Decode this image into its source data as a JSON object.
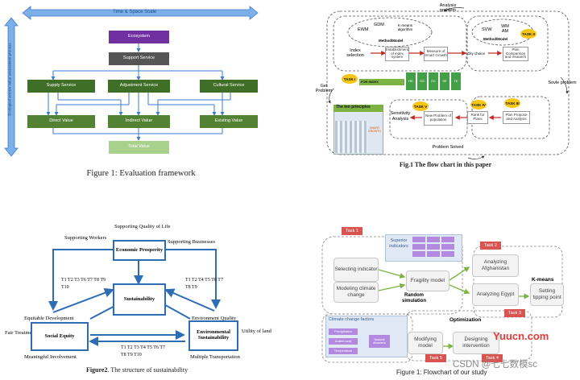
{
  "q1": {
    "time_space": "Time & Space Scale",
    "side_label": "Ecological service value assessment process",
    "ecosystem": "Ecosystem",
    "support": "Support Service",
    "supply": "Supply Service",
    "adjustment": "Adjustment Service",
    "cultural": "Cultural Service",
    "direct": "Direct Value",
    "indirect": "Indirect Value",
    "existing": "Existing Value",
    "total": "Total Value",
    "caption": "Figure 1: Evaluation framework"
  },
  "q2": {
    "analysis_problem": "Analysis problem",
    "get_problem": "Get Problem",
    "solve_problem": "Sovle problem",
    "problem_solved": "Problem Solved",
    "ewm": "EWM",
    "gdm": "GDM",
    "kmeans_alg": "K-means algorithm",
    "method_model": "Method/Model",
    "svw": "SVW",
    "wm_am": "WM AM",
    "method_model2": "Method/Model",
    "index_selection": "Index selection",
    "establishment": "Establishment of index system",
    "measure": "Measure of Smart Growth",
    "city_choice": "City choice",
    "plan_comparison": "Plan Comparison and research",
    "task1": "TASK I",
    "task2": "TASK II",
    "task3": "TASK III",
    "task4": "TASK IV",
    "task5": "TASK V",
    "bar_label": "FOR INDEX",
    "cells": [
      "RE",
      "SG",
      "EC",
      "SE",
      "TE"
    ],
    "ten_principles": "The ten principles",
    "sensitivity": "Sensitivity Analysis",
    "new_problem": "New Problem of population",
    "rank_plans": "Rank for Plans",
    "plan_propose": "Plan Propose and Analysis",
    "smart_growth": "SMART GROWTH",
    "caption": "Fig.1 The flow chart in this paper"
  },
  "q3": {
    "quality_life": "Supporting Quality of Life",
    "workers": "Supporting Workers",
    "businesses": "Supporting Businesses",
    "economic": "Economic Prosperity",
    "sustainability": "Sustainability",
    "social": "Social Equity",
    "environmental": "Environmental Sustainability",
    "equitable": "Equitable Development",
    "env_quality": "Environment Quality",
    "fair": "Fair Treatment",
    "utility": "Utility of land",
    "meaningful": "Meaningful Involvement",
    "multiple": "Multiple Transportation",
    "t_left": "T1 T2 T3 T6 T7 T8 T9 T10",
    "t_right": "T1 T2 T4 T5 T6 T7 T8 T9",
    "t_bottom": "T1 T2 T3 T4 T5 T6 T7 T8 T9 T10",
    "caption_bold": "Figure2",
    "caption_rest": ". The structure of sustainability"
  },
  "q4": {
    "task1": "Task 1",
    "task2": "Task 2",
    "task3": "Task 3",
    "task4": "Task 4",
    "task5": "Task 5",
    "superior": "Superior indicators",
    "selecting": "Selecting indicator",
    "modeling": "Modeling climate change",
    "fragility": "Fragility model",
    "random": "Random simulation",
    "analyzing_af": "Analyzing Afghanistan",
    "kmeans": "K-means",
    "analyzing_eg": "Analyzing Egypt",
    "setting": "Setting tipping point",
    "climate_factors": "Climate change factors",
    "precipitation": "Precipitation",
    "arable": "Arable land",
    "temperature": "Temperature",
    "natural": "Natural disasters",
    "optimization": "Optimization",
    "modifying": "Modifying model",
    "designing": "Designing intervention",
    "caption": "Figure 1: Flowchart of our study",
    "watermark_site": "Yuucn.com",
    "watermark_csdn": "CSDN @七七数模sc"
  }
}
